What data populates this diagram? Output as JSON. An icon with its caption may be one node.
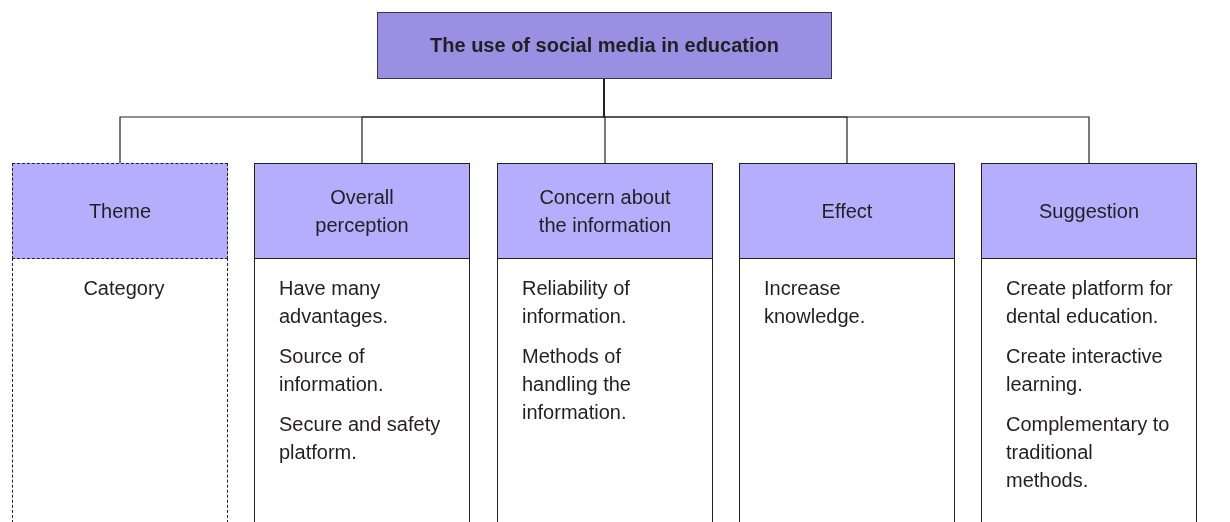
{
  "diagram": {
    "nodes": [
      {
        "text": [
          "The use of social media in education"
        ]
      },
      {
        "text": [
          "Theme"
        ]
      },
      {
        "text": [
          "Category"
        ]
      },
      {
        "text": [
          "Overall perception"
        ]
      },
      {
        "text": [
          "Have many advantages.",
          "Source of information.",
          "Secure and safety platform."
        ]
      },
      {
        "text": [
          "Concern about the information"
        ]
      },
      {
        "text": [
          "Reliability of information.",
          "Methods of handling the information."
        ]
      },
      {
        "text": [
          "Effect"
        ]
      },
      {
        "text": [
          "Increase knowledge."
        ]
      },
      {
        "text": [
          "Suggestion"
        ]
      },
      {
        "text": [
          "Create platform for dental education.",
          "Create interactive learning.",
          "Complementary to traditional methods."
        ]
      }
    ],
    "edges": [
      {
        "from": 0,
        "to": 1,
        "arrow": "none"
      },
      {
        "from": 0,
        "to": 3,
        "arrow": "none"
      },
      {
        "from": 0,
        "to": 5,
        "arrow": "none"
      },
      {
        "from": 0,
        "to": 7,
        "arrow": "none"
      },
      {
        "from": 0,
        "to": 9,
        "arrow": "none"
      }
    ]
  }
}
